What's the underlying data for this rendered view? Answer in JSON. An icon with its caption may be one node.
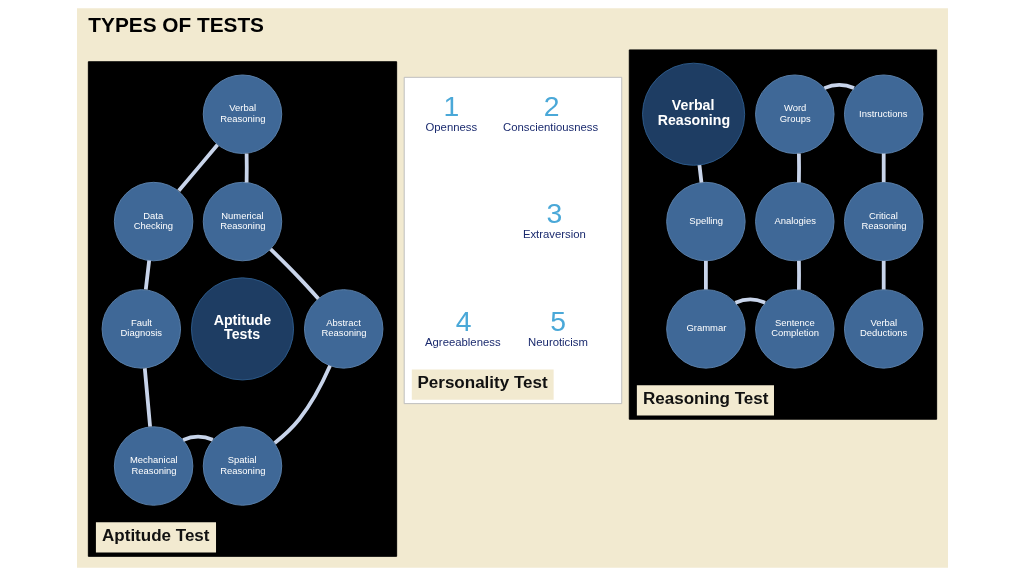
{
  "diagram": {
    "title": "TYPES OF TESTS",
    "nodes": [
      {
        "text": [
          "Aptitude Test"
        ]
      },
      {
        "text": [
          "Aptitude Tests"
        ],
        "in": 0
      },
      {
        "text": [
          "Verbal Reasoning"
        ],
        "in": 0
      },
      {
        "text": [
          "Numerical Reasoning"
        ],
        "in": 0
      },
      {
        "text": [
          "Abstract Reasoning"
        ],
        "in": 0
      },
      {
        "text": [
          "Spatial Reasoning"
        ],
        "in": 0
      },
      {
        "text": [
          "Mechanical Reasoning"
        ],
        "in": 0
      },
      {
        "text": [
          "Fault Diagnosis"
        ],
        "in": 0
      },
      {
        "text": [
          "Data Checking"
        ],
        "in": 0
      },
      {
        "text": [
          "Personality Test"
        ]
      },
      {
        "text": [
          "1",
          "Openness"
        ],
        "in": 9
      },
      {
        "text": [
          "2",
          "Conscientiousness"
        ],
        "in": 9
      },
      {
        "text": [
          "3",
          "Extraversion"
        ],
        "in": 9
      },
      {
        "text": [
          "4",
          "Agreeableness"
        ],
        "in": 9
      },
      {
        "text": [
          "5",
          "Neuroticism"
        ],
        "in": 9
      },
      {
        "text": [
          "Reasoning Test"
        ]
      },
      {
        "text": [
          "Verbal Reasoning"
        ],
        "in": 15
      },
      {
        "text": [
          "Word Groups"
        ],
        "in": 15
      },
      {
        "text": [
          "Instructions"
        ],
        "in": 15
      },
      {
        "text": [
          "Spelling"
        ],
        "in": 15
      },
      {
        "text": [
          "Analogies"
        ],
        "in": 15
      },
      {
        "text": [
          "Critical Reasoning"
        ],
        "in": 15
      },
      {
        "text": [
          "Grammar"
        ],
        "in": 15
      },
      {
        "text": [
          "Sentence Completion"
        ],
        "in": 15
      },
      {
        "text": [
          "Verbal Deductions"
        ],
        "in": 15
      }
    ],
    "edges": [
      {
        "from": 2,
        "to": 3,
        "arrow": "none"
      },
      {
        "from": 3,
        "to": 4,
        "arrow": "none"
      },
      {
        "from": 4,
        "to": 5,
        "arrow": "none"
      },
      {
        "from": 5,
        "to": 6,
        "arrow": "none"
      },
      {
        "from": 6,
        "to": 7,
        "arrow": "none"
      },
      {
        "from": 7,
        "to": 8,
        "arrow": "none"
      },
      {
        "from": 8,
        "to": 2,
        "arrow": "none"
      },
      {
        "from": 16,
        "to": 19,
        "arrow": "none"
      },
      {
        "from": 19,
        "to": 22,
        "arrow": "none"
      },
      {
        "from": 22,
        "to": 23,
        "arrow": "none"
      },
      {
        "from": 23,
        "to": 20,
        "arrow": "none"
      },
      {
        "from": 20,
        "to": 17,
        "arrow": "none"
      },
      {
        "from": 17,
        "to": 18,
        "arrow": "none"
      },
      {
        "from": 18,
        "to": 21,
        "arrow": "none"
      },
      {
        "from": 21,
        "to": 24,
        "arrow": "none"
      }
    ]
  }
}
